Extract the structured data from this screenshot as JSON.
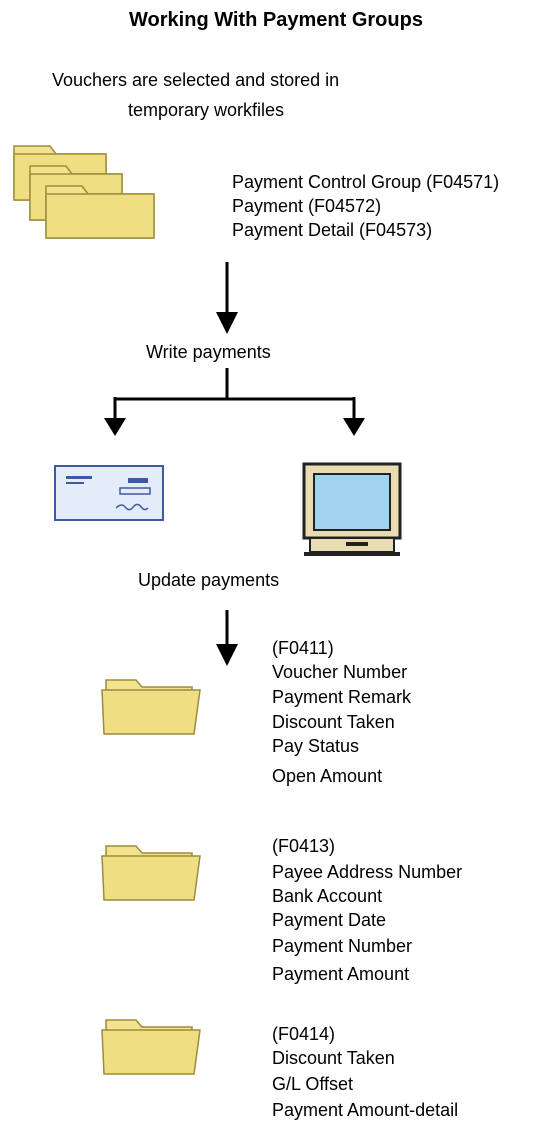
{
  "title": "Working With Payment Groups",
  "intro": {
    "line1": "Vouchers are selected and stored in",
    "line2": "temporary workfiles"
  },
  "workfiles": [
    "Payment Control Group (F04571)",
    "Payment (F04572)",
    "Payment Detail (F04573)"
  ],
  "step_write": "Write payments",
  "step_update": "Update payments",
  "tables": [
    {
      "id": "(F0411)",
      "fields": [
        "Voucher Number",
        "Payment Remark",
        "Discount Taken",
        "Pay Status",
        "Open Amount"
      ]
    },
    {
      "id": "(F0413)",
      "fields": [
        "Payee Address Number",
        "Bank Account",
        "Payment Date",
        "Payment Number",
        "Payment Amount"
      ]
    },
    {
      "id": "(F0414)",
      "fields": [
        "Discount Taken",
        "G/L Offset",
        "Payment Amount-detail"
      ]
    }
  ],
  "icons": {
    "folder_stack": "stacked-folders-icon",
    "check": "check-icon",
    "computer": "computer-monitor-icon",
    "folder": "folder-icon"
  },
  "colors": {
    "folder_fill": "#f3e38f",
    "folder_stroke": "#9c8c3c",
    "check_fill": "#e3ecf8",
    "check_stroke": "#3c5a9e",
    "monitor_body": "#e9dcb2",
    "screen": "#9fd3ef"
  }
}
